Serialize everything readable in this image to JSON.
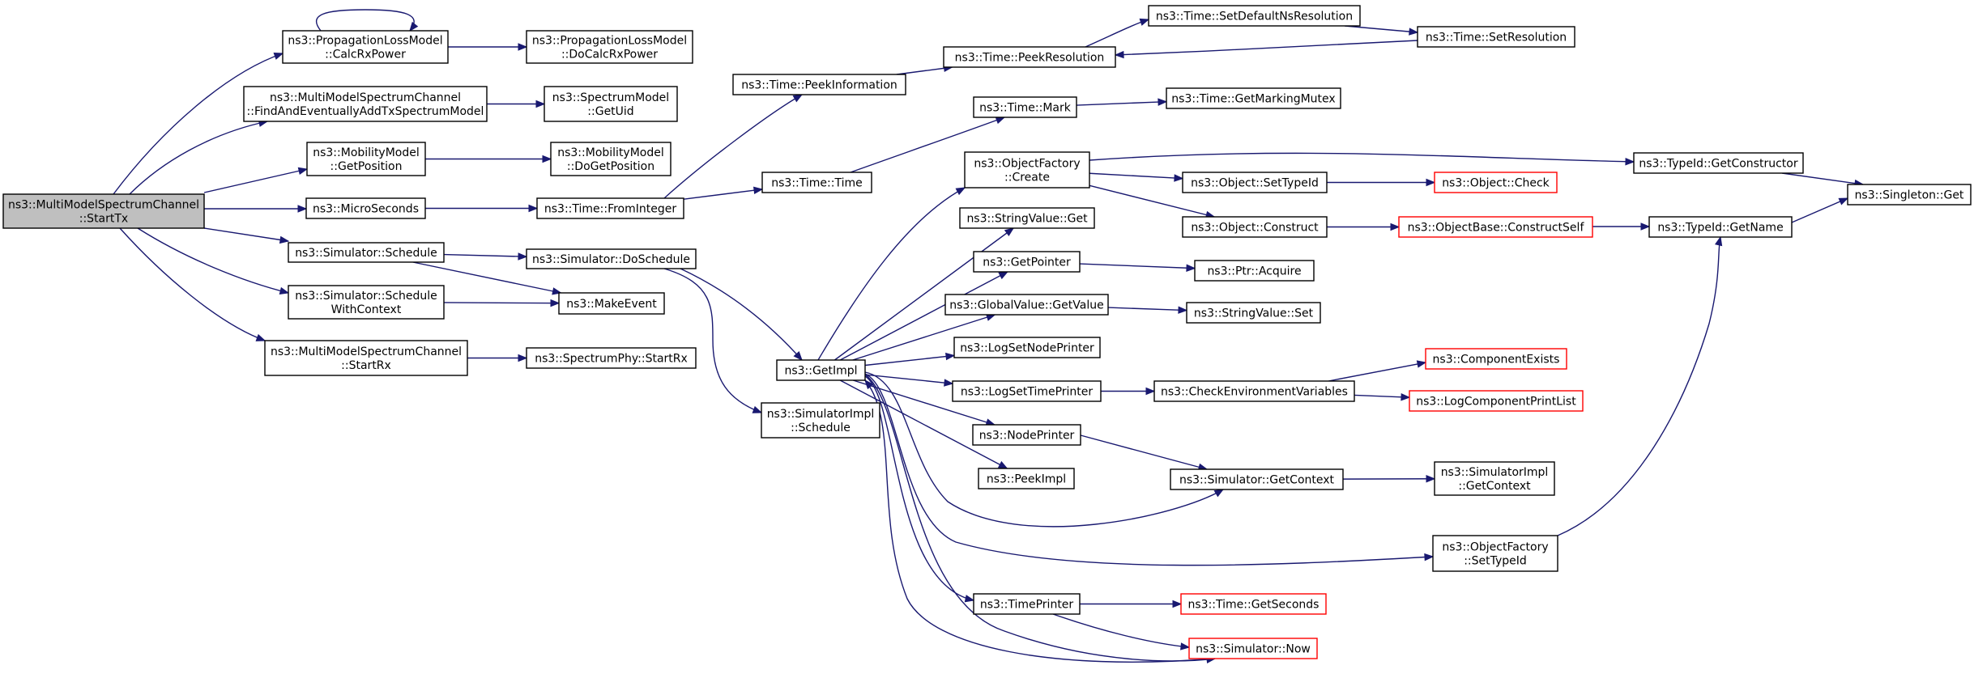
{
  "colors": {
    "edge": "#191970",
    "box": "#000000",
    "red_box": "#ff0000",
    "root_fill": "#bfbfbf"
  },
  "graph": {
    "nodes": [
      {
        "id": "root",
        "lines": [
          "ns3::MultiModelSpectrumChannel",
          "::StartTx"
        ],
        "style": "root"
      },
      {
        "id": "calcRx",
        "lines": [
          "ns3::PropagationLossModel",
          "::CalcRxPower"
        ]
      },
      {
        "id": "doCalcRx",
        "lines": [
          "ns3::PropagationLossModel",
          "::DoCalcRxPower"
        ]
      },
      {
        "id": "findAdd",
        "lines": [
          "ns3::MultiModelSpectrumChannel",
          "::FindAndEventuallyAddTxSpectrumModel"
        ]
      },
      {
        "id": "getUid",
        "lines": [
          "ns3::SpectrumModel",
          "::GetUid"
        ]
      },
      {
        "id": "getPos",
        "lines": [
          "ns3::MobilityModel",
          "::GetPosition"
        ]
      },
      {
        "id": "doGetPos",
        "lines": [
          "ns3::MobilityModel",
          "::DoGetPosition"
        ]
      },
      {
        "id": "micro",
        "lines": [
          "ns3::MicroSeconds"
        ]
      },
      {
        "id": "fromInt",
        "lines": [
          "ns3::Time::FromInteger"
        ]
      },
      {
        "id": "schedule",
        "lines": [
          "ns3::Simulator::Schedule"
        ]
      },
      {
        "id": "doSchedule",
        "lines": [
          "ns3::Simulator::DoSchedule"
        ]
      },
      {
        "id": "schedWC",
        "lines": [
          "ns3::Simulator::Schedule",
          "WithContext"
        ]
      },
      {
        "id": "makeEvent",
        "lines": [
          "ns3::MakeEvent"
        ]
      },
      {
        "id": "startRx",
        "lines": [
          "ns3::MultiModelSpectrumChannel",
          "::StartRx"
        ]
      },
      {
        "id": "phyStartRx",
        "lines": [
          "ns3::SpectrumPhy::StartRx"
        ]
      },
      {
        "id": "peekInfo",
        "lines": [
          "ns3::Time::PeekInformation"
        ]
      },
      {
        "id": "peekRes",
        "lines": [
          "ns3::Time::PeekResolution"
        ]
      },
      {
        "id": "setDefNs",
        "lines": [
          "ns3::Time::SetDefaultNsResolution"
        ]
      },
      {
        "id": "setRes",
        "lines": [
          "ns3::Time::SetResolution"
        ]
      },
      {
        "id": "timeTime",
        "lines": [
          "ns3::Time::Time"
        ]
      },
      {
        "id": "mark",
        "lines": [
          "ns3::Time::Mark"
        ]
      },
      {
        "id": "markMutex",
        "lines": [
          "ns3::Time::GetMarkingMutex"
        ]
      },
      {
        "id": "getImpl",
        "lines": [
          "ns3::GetImpl"
        ]
      },
      {
        "id": "implSched",
        "lines": [
          "ns3::SimulatorImpl",
          "::Schedule"
        ]
      },
      {
        "id": "ofCreate",
        "lines": [
          "ns3::ObjectFactory",
          "::Create"
        ]
      },
      {
        "id": "strGet",
        "lines": [
          "ns3::StringValue::Get"
        ]
      },
      {
        "id": "getPtr",
        "lines": [
          "ns3::GetPointer"
        ]
      },
      {
        "id": "gvGet",
        "lines": [
          "ns3::GlobalValue::GetValue"
        ]
      },
      {
        "id": "logNode",
        "lines": [
          "ns3::LogSetNodePrinter"
        ]
      },
      {
        "id": "logTime",
        "lines": [
          "ns3::LogSetTimePrinter"
        ]
      },
      {
        "id": "nodePrinter",
        "lines": [
          "ns3::NodePrinter"
        ]
      },
      {
        "id": "peekImpl",
        "lines": [
          "ns3::PeekImpl"
        ]
      },
      {
        "id": "timePrinter",
        "lines": [
          "ns3::TimePrinter"
        ]
      },
      {
        "id": "setTypeId",
        "lines": [
          "ns3::Object::SetTypeId"
        ]
      },
      {
        "id": "objConstruct",
        "lines": [
          "ns3::Object::Construct"
        ]
      },
      {
        "id": "objCheck",
        "lines": [
          "ns3::Object::Check"
        ],
        "style": "red"
      },
      {
        "id": "constructSelf",
        "lines": [
          "ns3::ObjectBase::ConstructSelf"
        ],
        "style": "red"
      },
      {
        "id": "getCtor",
        "lines": [
          "ns3::TypeId::GetConstructor"
        ]
      },
      {
        "id": "getName",
        "lines": [
          "ns3::TypeId::GetName"
        ]
      },
      {
        "id": "singleton",
        "lines": [
          "ns3::Singleton::Get"
        ]
      },
      {
        "id": "ptrAcquire",
        "lines": [
          "ns3::Ptr::Acquire"
        ]
      },
      {
        "id": "strSet",
        "lines": [
          "ns3::StringValue::Set"
        ]
      },
      {
        "id": "checkEnv",
        "lines": [
          "ns3::CheckEnvironmentVariables"
        ]
      },
      {
        "id": "compExists",
        "lines": [
          "ns3::ComponentExists"
        ],
        "style": "red"
      },
      {
        "id": "logCompList",
        "lines": [
          "ns3::LogComponentPrintList"
        ],
        "style": "red"
      },
      {
        "id": "getContext",
        "lines": [
          "ns3::Simulator::GetContext"
        ]
      },
      {
        "id": "implGetCtx",
        "lines": [
          "ns3::SimulatorImpl",
          "::GetContext"
        ]
      },
      {
        "id": "ofSetTypeId",
        "lines": [
          "ns3::ObjectFactory",
          "::SetTypeId"
        ]
      },
      {
        "id": "getSeconds",
        "lines": [
          "ns3::Time::GetSeconds"
        ],
        "style": "red"
      },
      {
        "id": "simNow",
        "lines": [
          "ns3::Simulator::Now"
        ],
        "style": "red"
      }
    ],
    "edges": [
      [
        "root",
        "calcRx"
      ],
      [
        "calcRx",
        "calcRx"
      ],
      [
        "calcRx",
        "doCalcRx"
      ],
      [
        "root",
        "findAdd"
      ],
      [
        "findAdd",
        "getUid"
      ],
      [
        "root",
        "getPos"
      ],
      [
        "getPos",
        "doGetPos"
      ],
      [
        "root",
        "micro"
      ],
      [
        "micro",
        "fromInt"
      ],
      [
        "root",
        "schedule"
      ],
      [
        "root",
        "schedWC"
      ],
      [
        "root",
        "startRx"
      ],
      [
        "schedule",
        "doSchedule"
      ],
      [
        "schedule",
        "makeEvent"
      ],
      [
        "schedWC",
        "makeEvent"
      ],
      [
        "startRx",
        "phyStartRx"
      ],
      [
        "fromInt",
        "peekInfo"
      ],
      [
        "fromInt",
        "timeTime"
      ],
      [
        "peekInfo",
        "peekRes"
      ],
      [
        "peekRes",
        "setDefNs"
      ],
      [
        "setDefNs",
        "setRes"
      ],
      [
        "setRes",
        "peekRes"
      ],
      [
        "timeTime",
        "mark"
      ],
      [
        "mark",
        "markMutex"
      ],
      [
        "doSchedule",
        "getImpl"
      ],
      [
        "doSchedule",
        "implSched"
      ],
      [
        "getImpl",
        "ofCreate"
      ],
      [
        "getImpl",
        "strGet"
      ],
      [
        "getImpl",
        "getPtr"
      ],
      [
        "getImpl",
        "gvGet"
      ],
      [
        "getImpl",
        "logNode"
      ],
      [
        "getImpl",
        "logTime"
      ],
      [
        "getImpl",
        "nodePrinter"
      ],
      [
        "getImpl",
        "peekImpl"
      ],
      [
        "getImpl",
        "getContext"
      ],
      [
        "getImpl",
        "ofSetTypeId"
      ],
      [
        "getImpl",
        "timePrinter"
      ],
      [
        "getImpl",
        "simNow"
      ],
      [
        "ofCreate",
        "setTypeId"
      ],
      [
        "ofCreate",
        "objConstruct"
      ],
      [
        "ofCreate",
        "getCtor"
      ],
      [
        "setTypeId",
        "objCheck"
      ],
      [
        "objConstruct",
        "constructSelf"
      ],
      [
        "constructSelf",
        "getName"
      ],
      [
        "getCtor",
        "singleton"
      ],
      [
        "getName",
        "singleton"
      ],
      [
        "getPtr",
        "ptrAcquire"
      ],
      [
        "gvGet",
        "strSet"
      ],
      [
        "logTime",
        "checkEnv"
      ],
      [
        "checkEnv",
        "compExists"
      ],
      [
        "checkEnv",
        "logCompList"
      ],
      [
        "nodePrinter",
        "getContext"
      ],
      [
        "getContext",
        "implGetCtx"
      ],
      [
        "ofSetTypeId",
        "getName"
      ],
      [
        "timePrinter",
        "getSeconds"
      ],
      [
        "timePrinter",
        "simNow"
      ],
      [
        "simNow",
        "getImpl"
      ]
    ]
  }
}
